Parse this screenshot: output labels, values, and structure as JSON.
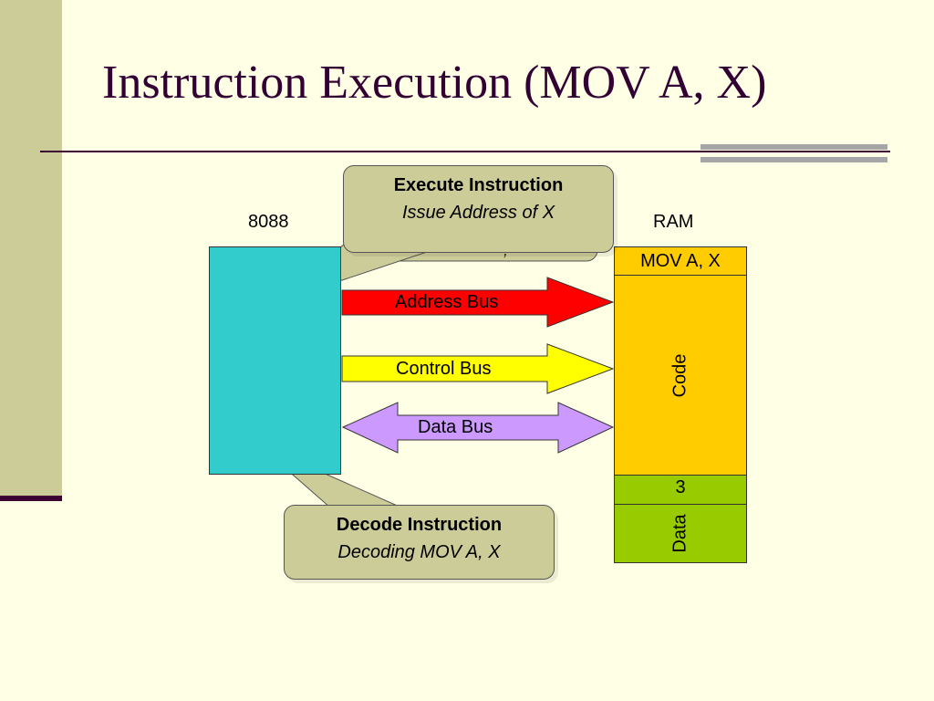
{
  "slide": {
    "title": "Instruction Execution (MOV A, X)"
  },
  "cpu": {
    "label": "8088"
  },
  "ram": {
    "label": "RAM",
    "cells": {
      "instruction": "MOV A, X",
      "code": "Code",
      "value": "3",
      "data": "Data"
    }
  },
  "buses": {
    "address": "Address Bus",
    "control": "Control Bus",
    "data": "Data Bus"
  },
  "callouts": {
    "execute": {
      "heading": "Execute Instruction",
      "detail": "Issue Address of X"
    },
    "decode": {
      "heading": "Decode Instruction",
      "detail": "Decoding MOV A, X"
    }
  },
  "colors": {
    "background": "#ffffe6",
    "sidebar": "#cccc99",
    "cpu": "#33cccc",
    "ram_code": "#ffcc00",
    "ram_data": "#99cc00",
    "address_bus": "#ff0000",
    "control_bus": "#ffff00",
    "data_bus": "#cc99ff",
    "callout": "#cccc99"
  }
}
